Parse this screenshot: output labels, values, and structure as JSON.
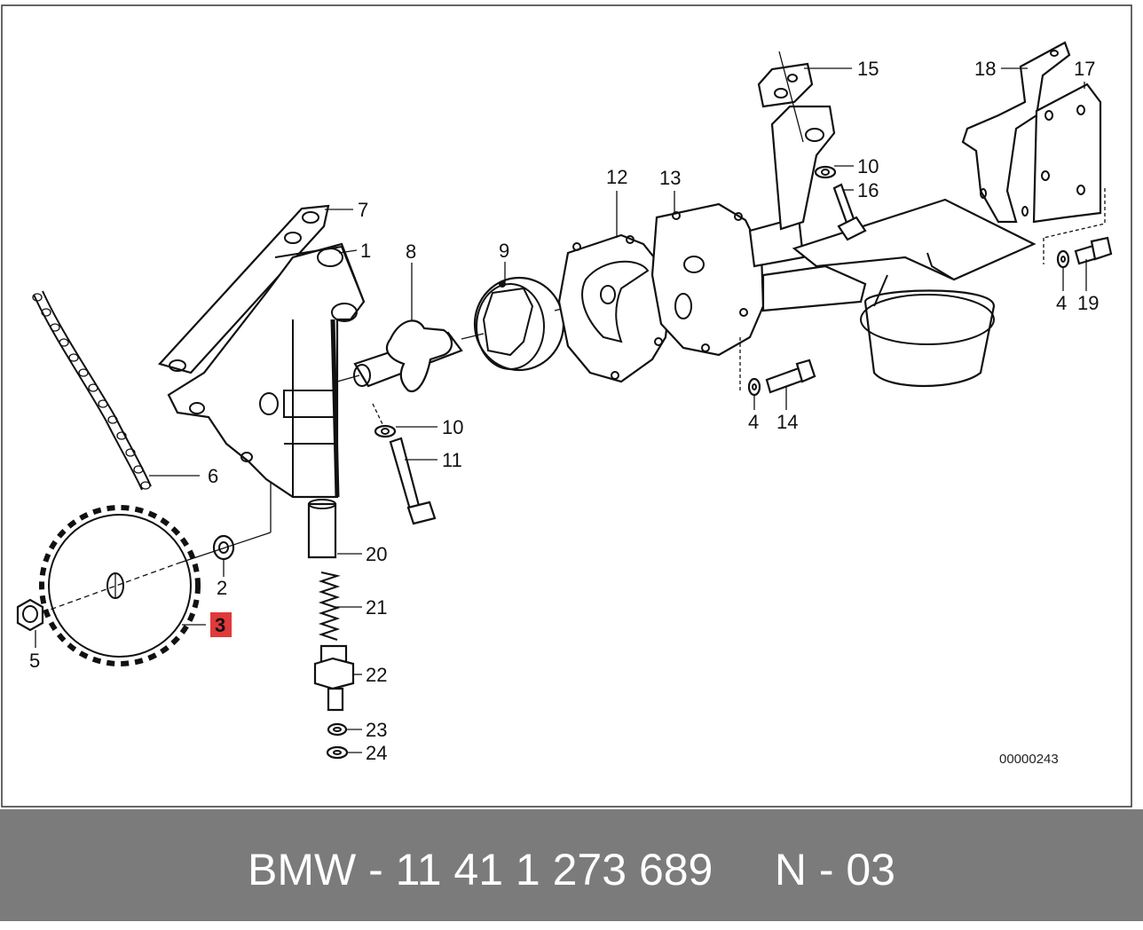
{
  "diagram": {
    "callouts": {
      "c1": "1",
      "c2": "2",
      "c3": "3",
      "c4a": "4",
      "c4b": "4",
      "c5": "5",
      "c6": "6",
      "c7": "7",
      "c8": "8",
      "c9": "9",
      "c10a": "10",
      "c10b": "10",
      "c11": "11",
      "c12": "12",
      "c13": "13",
      "c14": "14",
      "c15": "15",
      "c16": "16",
      "c17": "17",
      "c18": "18",
      "c19": "19",
      "c20": "20",
      "c21": "21",
      "c22": "22",
      "c23": "23",
      "c24": "24"
    },
    "highlighted_callout": "3",
    "highlight_color": "#e03a3a",
    "drawing_number": "00000243"
  },
  "footer": {
    "text": "BMW - 11 41 1 273 689     N - 03",
    "background": "#7b7b7b"
  }
}
